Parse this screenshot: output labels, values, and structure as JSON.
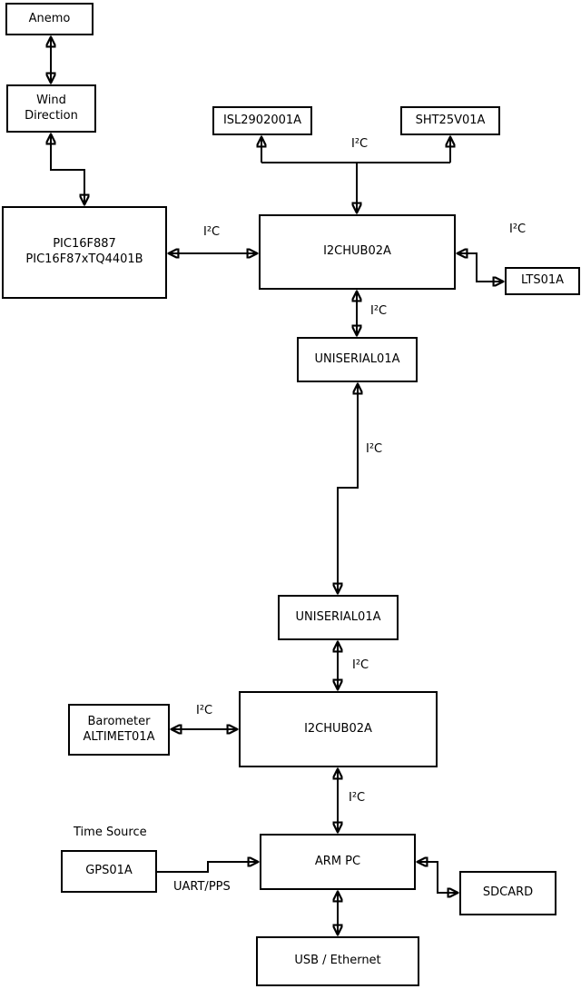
{
  "diagram": {
    "title_hint": "Weather station hardware block diagram",
    "colors": {
      "line": "#000000",
      "box_fill": "#ffffff",
      "background": "#ffffff",
      "text": "#000000"
    },
    "nodes": {
      "anemo": {
        "label": "Anemo"
      },
      "wind_direction": {
        "label": "Wind\nDirection"
      },
      "pic": {
        "label": "PIC16F887\nPIC16F87xTQ4401B"
      },
      "isl": {
        "label": "ISL2902001A"
      },
      "sht": {
        "label": "SHT25V01A"
      },
      "i2chub_top": {
        "label": "I2CHUB02A"
      },
      "lts": {
        "label": "LTS01A"
      },
      "uniserial_top": {
        "label": "UNISERIAL01A"
      },
      "uniserial_bottom": {
        "label": "UNISERIAL01A"
      },
      "i2chub_bottom": {
        "label": "I2CHUB02A"
      },
      "barometer": {
        "label": "Barometer\nALTIMET01A"
      },
      "arm_pc": {
        "label": "ARM PC"
      },
      "gps": {
        "label": "GPS01A"
      },
      "sdcard": {
        "label": "SDCARD"
      },
      "usb_ethernet": {
        "label": "USB / Ethernet"
      }
    },
    "edge_labels": {
      "i2c": "I²C",
      "uart_pps": "UART/PPS",
      "time_source": "Time Source"
    }
  }
}
